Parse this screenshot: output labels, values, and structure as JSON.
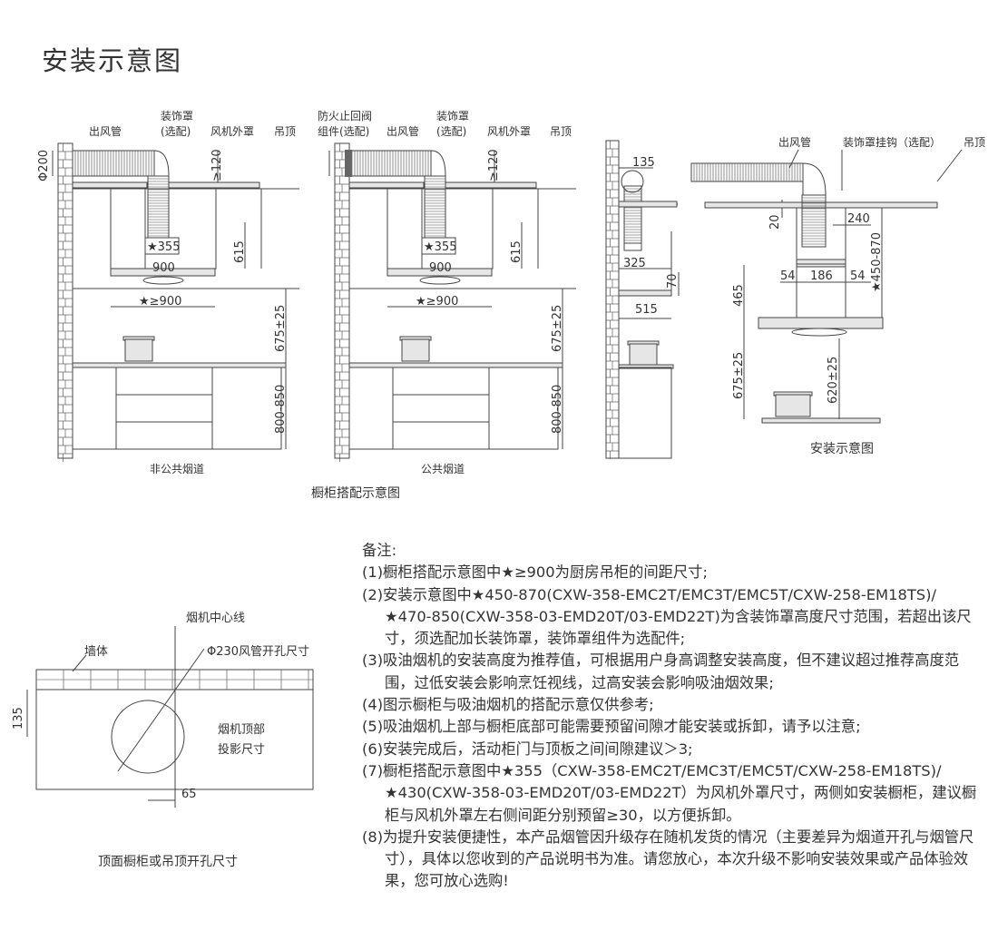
{
  "title": "安装示意图",
  "diagram_nonpublic": {
    "labels": {
      "duct": "出风管",
      "cover": "装饰罩",
      "cover_opt": "(选配)",
      "fan_cover": "风机外罩",
      "ceiling": "吊顶"
    },
    "dims": {
      "phi": "Φ200",
      "gap": "≥120",
      "fan_width": "★355",
      "hood_width": "900",
      "cabinet_gap": "★≥900",
      "h615": "615",
      "h675": "675±25",
      "h800": "800-850"
    },
    "caption": "非公共烟道"
  },
  "diagram_public": {
    "labels": {
      "damper1": "防火止回阀",
      "damper2": "组件(选配)",
      "duct": "出风管",
      "cover": "装饰罩",
      "cover_opt": "(选配)",
      "fan_cover": "风机外罩",
      "ceiling": "吊顶"
    },
    "dims": {
      "gap": "≥120",
      "fan_width": "★355",
      "hood_width": "900",
      "cabinet_gap": "★≥900",
      "h615": "615",
      "h675": "675±25",
      "h800": "800-850"
    },
    "caption": "公共烟道"
  },
  "cabinet_caption": "橱柜搭配示意图",
  "side_view": {
    "dims": {
      "d135": "135",
      "d325": "325",
      "d70": "70",
      "d515": "515"
    }
  },
  "install_view": {
    "labels": {
      "duct": "出风管",
      "hook": "装饰罩挂钩（选配）",
      "ceiling": "吊顶"
    },
    "dims": {
      "d20": "20",
      "d240": "240",
      "d54a": "54",
      "d186": "186",
      "d54b": "54",
      "range": "★450-870",
      "d465": "465",
      "h675": "675±25",
      "h620": "620±25"
    },
    "caption": "安装示意图"
  },
  "hole_view": {
    "labels": {
      "center": "烟机中心线",
      "wall": "墙体",
      "hole": "Φ230风管开孔尺寸",
      "proj1": "烟机顶部",
      "proj2": "投影尺寸"
    },
    "dims": {
      "d135": "135",
      "d65": "65"
    },
    "caption": "顶面橱柜或吊顶开孔尺寸"
  },
  "notes": {
    "heading": "备注:",
    "items": [
      "(1)橱柜搭配示意图中★≥900为厨房吊柜的间距尺寸;",
      "(2)安装示意图中★450-870(CXW-358-EMC2T/EMC3T/EMC5T/CXW-258-EM18TS)/★470-850(CXW-358-03-EMD20T/03-EMD22T)为含装饰罩高度尺寸范围，若超出该尺寸，须选配加长装饰罩，装饰罩组件为选配件;",
      "(3)吸油烟机的安装高度为推荐值，可根据用户身高调整安装高度，但不建议超过推荐高度范围，过低安装会影响烹饪视线，过高安装会影响吸油烟效果;",
      "(4)图示橱柜与吸油烟机的搭配示意仅供参考;",
      "(5)吸油烟机上部与橱柜底部可能需要预留间隙才能安装或拆卸，请予以注意;",
      "(6)安装完成后，活动柜门与顶板之间间隙建议＞3;",
      "(7)橱柜搭配示意图中★355（CXW-358-EMC2T/EMC3T/EMC5T/CXW-258-EM18TS)/★430(CXW-358-03-EMD20T/03-EMD22T）为风机外罩尺寸，两侧如安装橱柜，建议橱柜与风机外罩左右侧间距分别预留≥30，以方便拆卸。",
      "(8)为提升安装便捷性，本产品烟管因升级存在随机发货的情况（主要差异为烟道开孔与烟管尺寸），具体以您收到的产品说明书为准。请您放心，本次升级不影响安装效果或产品体验效果，您可放心选购!"
    ]
  }
}
